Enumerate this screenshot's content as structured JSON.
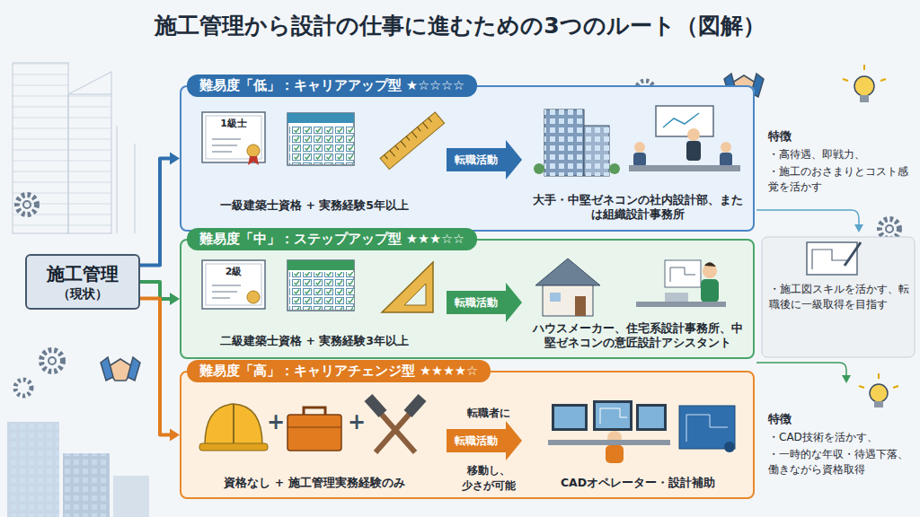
{
  "diagram": {
    "title": "施工管理から設計の仕事に進むための3つのルート（図解）",
    "nodes": [
      {
        "text": [
          "施工管理",
          "（現状）"
        ]
      },
      {
        "text": [
          "難易度「低」：キャリアアップ型 ★☆☆☆☆"
        ]
      },
      {
        "text": [
          "一級建築士資格 + 実務経験5年以上"
        ],
        "in": 1
      },
      {
        "text": [
          "大手・中堅ゼネコンの社内設計部、または組織設計事務所"
        ],
        "in": 1
      },
      {
        "text": [
          "難易度「中」：ステップアップ型 ★★★☆☆"
        ]
      },
      {
        "text": [
          "二級建築士資格 + 実務経験3年以上"
        ],
        "in": 4
      },
      {
        "text": [
          "ハウスメーカー、住宅系設計事務所、中堅ゼネコンの意匠設計アシスタント"
        ],
        "in": 4
      },
      {
        "text": [
          "難易度「高」：キャリアチェンジ型 ★★★★☆"
        ]
      },
      {
        "text": [
          "資格なし + 施工管理実務経験のみ"
        ],
        "in": 7
      },
      {
        "text": [
          "CADオペレーター・設計補助"
        ],
        "in": 7
      }
    ],
    "edges": [
      {
        "from": 0,
        "to": 1,
        "arrow": "to"
      },
      {
        "from": 0,
        "to": 4,
        "arrow": "to"
      },
      {
        "from": 0,
        "to": 7,
        "arrow": "to"
      },
      {
        "from": 2,
        "to": 3,
        "label": "転職活動",
        "arrow": "to"
      },
      {
        "from": 5,
        "to": 6,
        "label": "転職活動",
        "arrow": "to"
      },
      {
        "from": 8,
        "to": 9,
        "label": "転職活動",
        "arrow": "to"
      }
    ],
    "labels": [
      "1級士",
      "2級",
      "+",
      "+",
      "転職者に",
      "移動し、",
      "少さが可能",
      "特徴",
      "・高待遇、即戦力、",
      "・施工のおさまりとコスト感覚を活かす",
      "・施工図スキルを活かす、転職後に一級取得を目指す",
      "特徴",
      "・CAD技術を活かす、",
      "・一時的な年収・待遇下落、働きながら資格取得"
    ]
  }
}
